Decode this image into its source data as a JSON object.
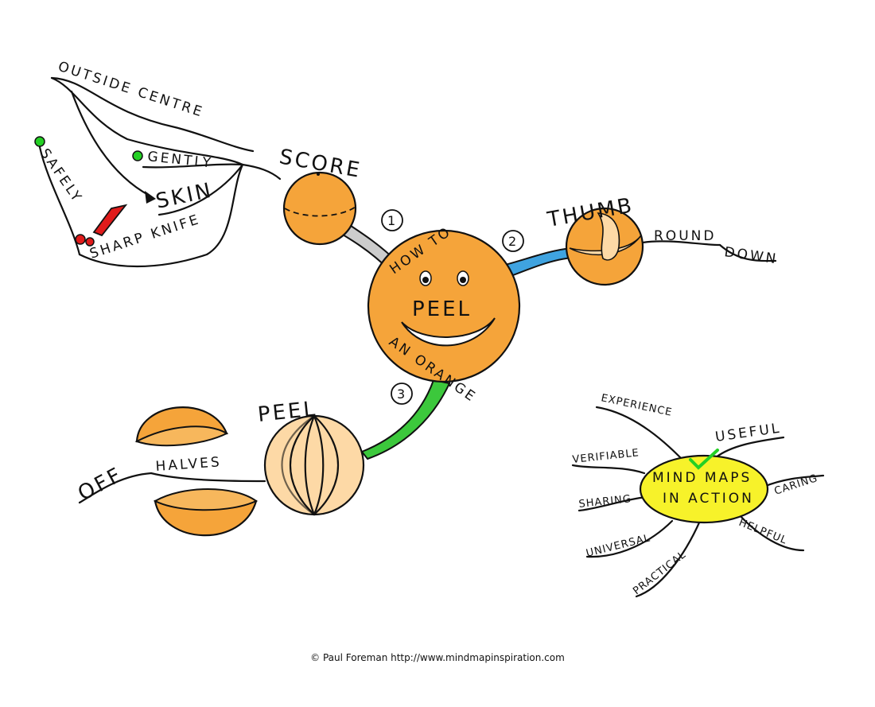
{
  "central": {
    "top": "HOW TO",
    "middle": "PEEL",
    "bottom": "AN ORANGE"
  },
  "branches": {
    "score": {
      "number": "1",
      "label": "SCORE",
      "sub": {
        "outside_centre": "OUTSIDE CENTRE",
        "gently": "GENTLY",
        "skin": "SKIN",
        "safely": "SAFELY",
        "sharp_knife": "SHARP KNIFE"
      }
    },
    "thumb": {
      "number": "2",
      "label": "THUMB",
      "sub": {
        "round": "ROUND",
        "down": "DOWN"
      }
    },
    "peel": {
      "number": "3",
      "label": "PEEL",
      "sub": {
        "halves": "HALVES",
        "off": "OFF"
      }
    }
  },
  "mini_map": {
    "center_line1": "MIND MAPS",
    "center_line2": "IN ACTION",
    "words": {
      "experience": "EXPERIENCE",
      "useful": "USEFUL",
      "verifiable": "VERIFIABLE",
      "caring": "CARING",
      "sharing": "SHARING",
      "helpful": "HELPFUL",
      "universal": "UNIVERSAL",
      "practical": "PRACTICAL"
    }
  },
  "credit": "© Paul Foreman http://www.mindmapinspiration.com",
  "colors": {
    "orange": "#f5a43a",
    "peel_light": "#fdd9a6",
    "branch_score": "#cccccc",
    "branch_thumb": "#3fa3e0",
    "branch_peel": "#3cc83c",
    "mini_center": "#f7f22a",
    "warning_red": "#e01b1b",
    "dot_green": "#24d024"
  }
}
